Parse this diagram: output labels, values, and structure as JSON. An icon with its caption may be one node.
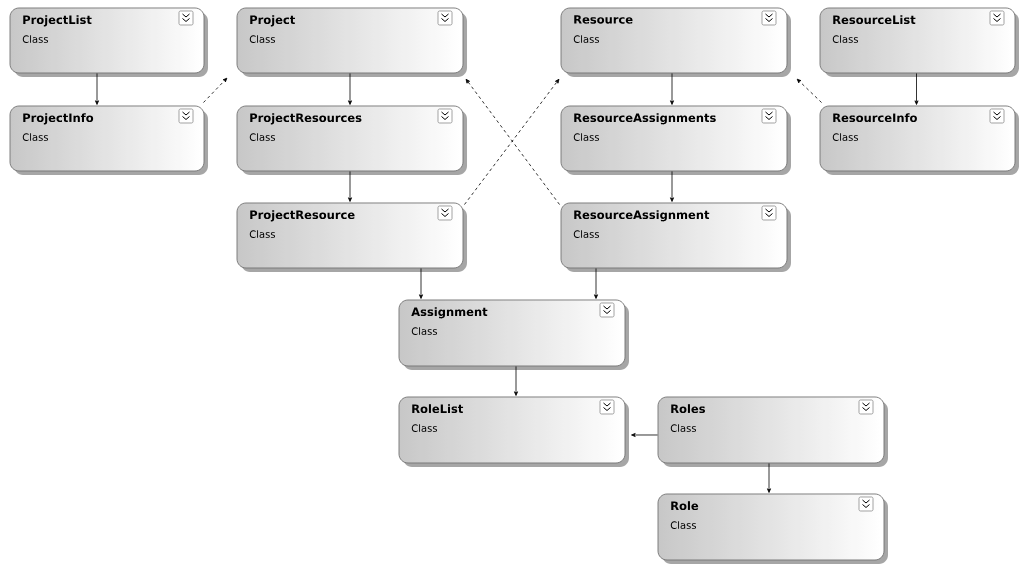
{
  "diagram": {
    "nodes": [
      {
        "text": [
          "ProjectList",
          "Class"
        ]
      },
      {
        "text": [
          "Project",
          "Class"
        ]
      },
      {
        "text": [
          "Resource",
          "Class"
        ]
      },
      {
        "text": [
          "ResourceList",
          "Class"
        ]
      },
      {
        "text": [
          "ProjectInfo",
          "Class"
        ]
      },
      {
        "text": [
          "ProjectResources",
          "Class"
        ]
      },
      {
        "text": [
          "ResourceAssignments",
          "Class"
        ]
      },
      {
        "text": [
          "ResourceInfo",
          "Class"
        ]
      },
      {
        "text": [
          "ProjectResource",
          "Class"
        ]
      },
      {
        "text": [
          "ResourceAssignment",
          "Class"
        ]
      },
      {
        "text": [
          "Assignment",
          "Class"
        ]
      },
      {
        "text": [
          "RoleList",
          "Class"
        ]
      },
      {
        "text": [
          "Roles",
          "Class"
        ]
      },
      {
        "text": [
          "Role",
          "Class"
        ]
      }
    ],
    "edges": [
      {
        "from": 0,
        "to": 4,
        "arrow": "to"
      },
      {
        "from": 4,
        "to": 1,
        "arrow": "to",
        "style": "dashed"
      },
      {
        "from": 1,
        "to": 5,
        "arrow": "to"
      },
      {
        "from": 5,
        "to": 8,
        "arrow": "to"
      },
      {
        "from": 8,
        "to": 2,
        "arrow": "to",
        "style": "dashed"
      },
      {
        "from": 9,
        "to": 1,
        "arrow": "to",
        "style": "dashed"
      },
      {
        "from": 2,
        "to": 6,
        "arrow": "to"
      },
      {
        "from": 6,
        "to": 9,
        "arrow": "to"
      },
      {
        "from": 3,
        "to": 7,
        "arrow": "to"
      },
      {
        "from": 7,
        "to": 2,
        "arrow": "to",
        "style": "dashed"
      },
      {
        "from": 8,
        "to": 10,
        "arrow": "to"
      },
      {
        "from": 9,
        "to": 10,
        "arrow": "to"
      },
      {
        "from": 10,
        "to": 11,
        "arrow": "to"
      },
      {
        "from": 12,
        "to": 11,
        "arrow": "to"
      },
      {
        "from": 12,
        "to": 13,
        "arrow": "to"
      }
    ]
  }
}
